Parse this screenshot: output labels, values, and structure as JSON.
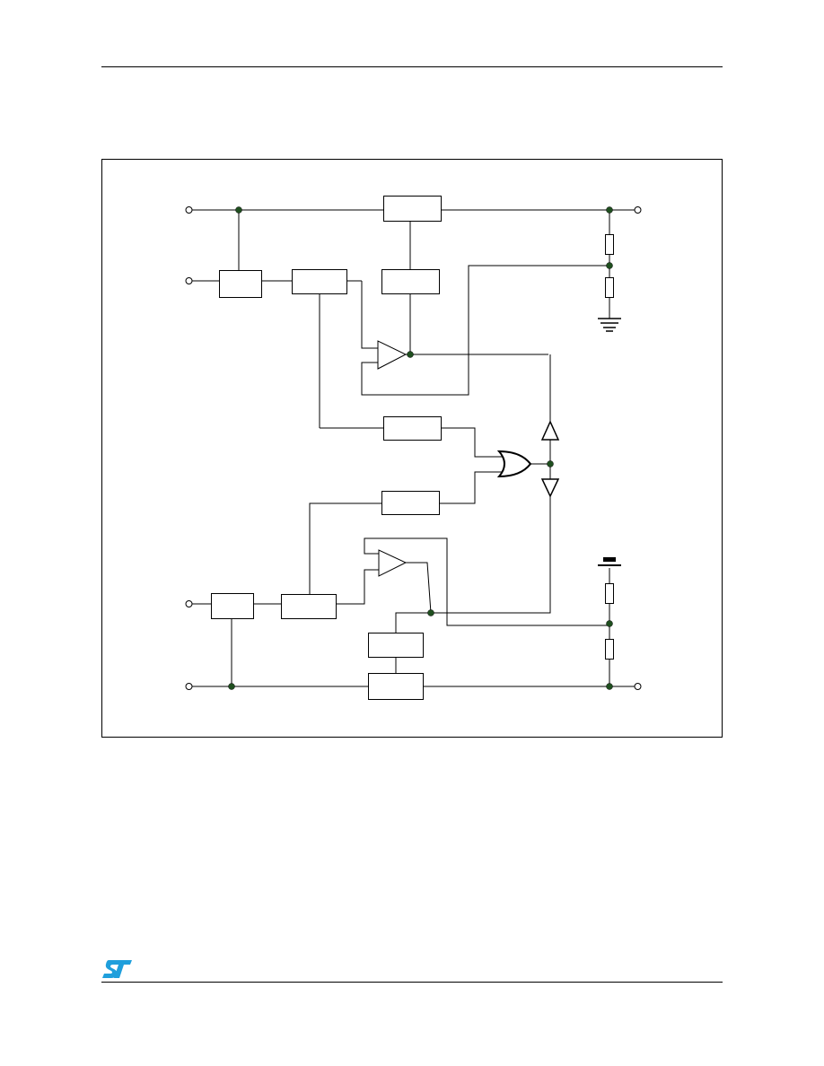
{
  "colors": {
    "line": "#000000",
    "node": "#1f4f1f",
    "background": "#ffffff",
    "logo": "#1f9fdc"
  },
  "icons": {
    "brand_logo": "st-logo-icon"
  },
  "diagram": {
    "blocks": 10,
    "op_amps": 2,
    "or_gates": 1,
    "resistors": 4,
    "terminals": 6
  }
}
